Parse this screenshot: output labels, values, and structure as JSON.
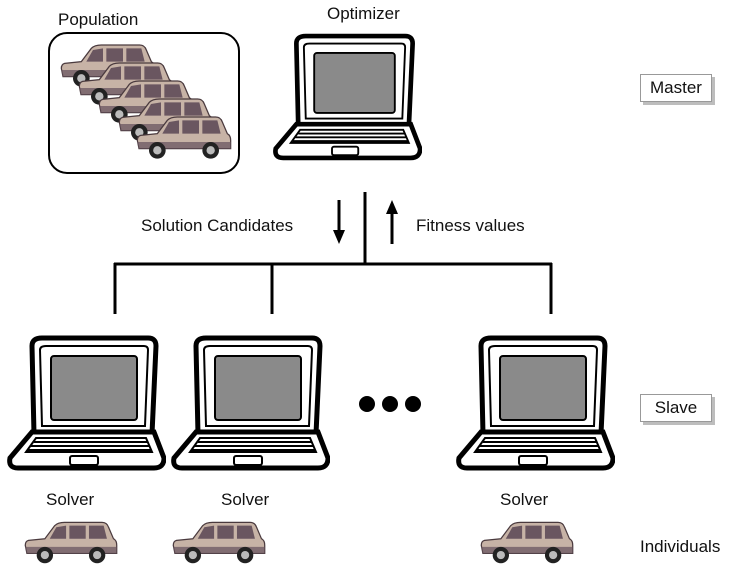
{
  "master": {
    "population_label": "Population",
    "optimizer_label": "Optimizer",
    "tag": "Master"
  },
  "links": {
    "down_label": "Solution Candidates",
    "up_label": "Fitness values"
  },
  "slave": {
    "tag": "Slave",
    "solvers": [
      {
        "label": "Solver"
      },
      {
        "label": "Solver"
      },
      {
        "label": "Solver"
      }
    ]
  },
  "individuals_label": "Individuals",
  "colors": {
    "line": "#000000",
    "screen": "#8a8a8a",
    "car_body": "#c7b3a6",
    "car_dark": "#6a5660",
    "tag_shadow": "#bdbdbd"
  }
}
